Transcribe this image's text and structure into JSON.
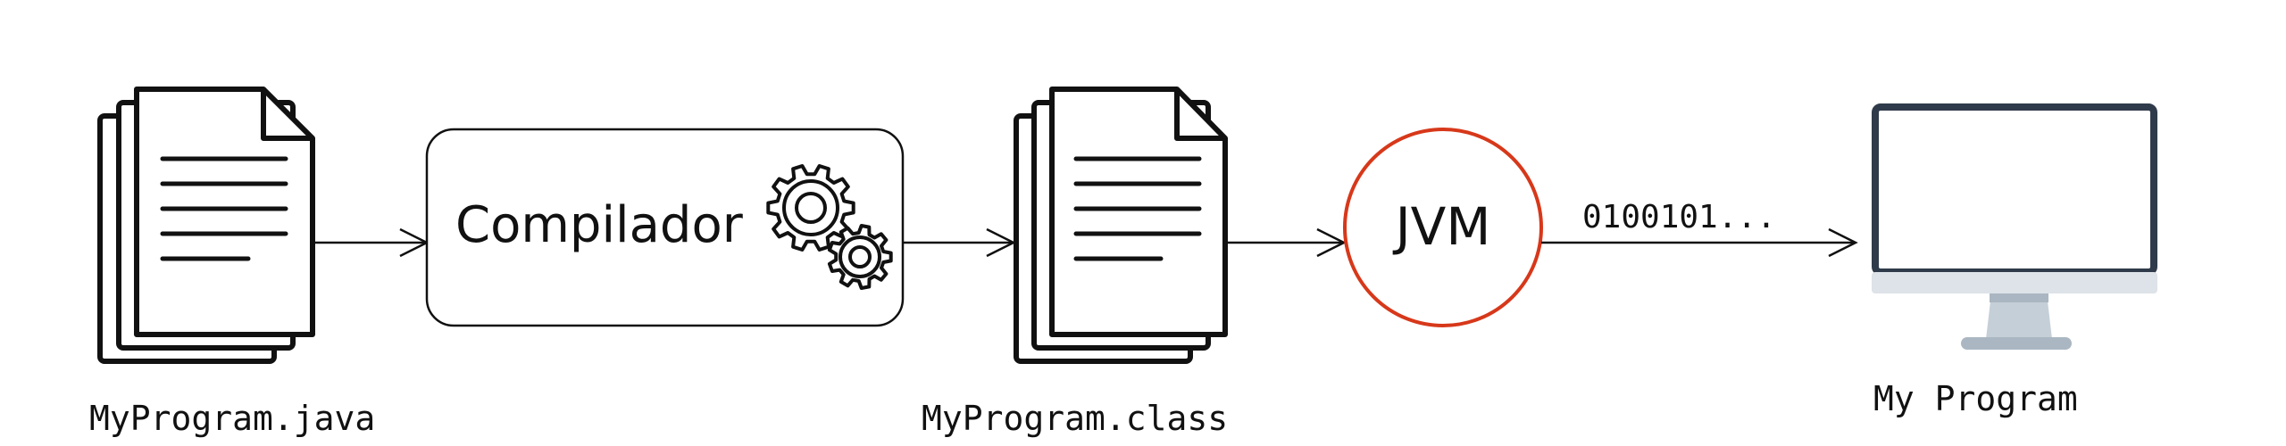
{
  "source_file": {
    "label": "MyProgram.java",
    "icon": "document-stack-icon"
  },
  "compiler": {
    "label": "Compilador",
    "icon": "gears-icon"
  },
  "bytecode_file": {
    "label": "MyProgram.class",
    "icon": "document-stack-icon"
  },
  "jvm": {
    "label": "JVM",
    "accent": "#d7381a"
  },
  "binary": {
    "label": "0100101..."
  },
  "output": {
    "label": "My Program",
    "icon": "monitor-icon"
  },
  "colors": {
    "stroke": "#111111",
    "monitor_frame": "#2f3b4a",
    "monitor_stand": "#aab7c2",
    "monitor_base": "#dde3e8"
  }
}
